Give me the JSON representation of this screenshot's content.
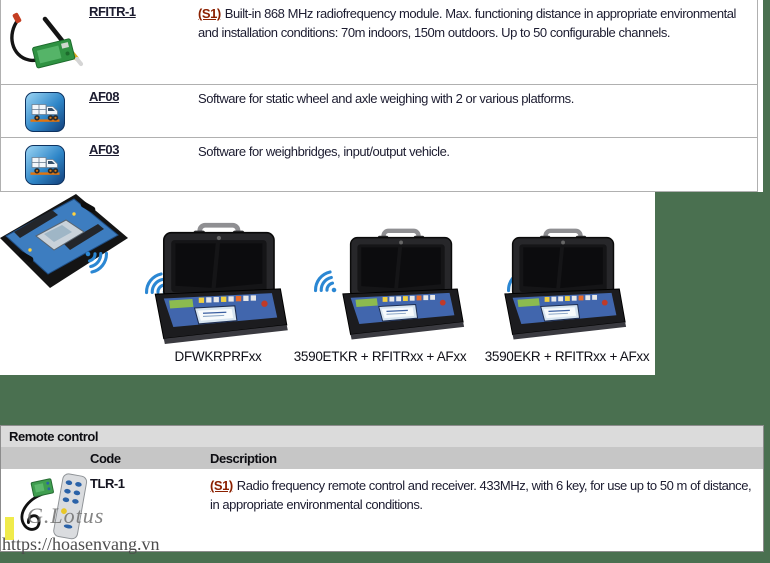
{
  "colors": {
    "page_background_green": "#4a7050",
    "section_header_light": "#dbdbdb",
    "section_header_dark": "#c6c6c6",
    "code_link": "#1c1c30",
    "s1_tag_red": "#8b2000",
    "wifi_blue": "#2b87d3",
    "app_icon_blue": "#2f86c8"
  },
  "top_table": {
    "rows": [
      {
        "icon": "rf-module-photo",
        "code": "RFITR-1",
        "tag": "(S1)",
        "description": "Built-in 868 MHz radiofrequency module. Max. functioning distance in appropriate environmental and installation conditions: 70m indoors, 150m outdoors. Up to 50 configurable channels."
      },
      {
        "icon": "truck-weighing-app-icon",
        "code": "AF08",
        "tag": "",
        "description": "Software for static wheel and axle weighing with 2 or various platforms."
      },
      {
        "icon": "truck-weighing-app-icon",
        "code": "AF03",
        "tag": "",
        "description": "Software for weighbridges, input/output vehicle."
      }
    ]
  },
  "product_banner": {
    "icons": [
      "wheel-weighing-pad-photo",
      "portable-case-indicator-photo",
      "wifi-signal-icon"
    ],
    "labels": [
      "DFWKRPRFxx",
      "3590ETKR + RFITRxx + AFxx",
      "3590EKR + RFITRxx + AFxx"
    ]
  },
  "remote_control_section": {
    "title": "Remote control",
    "columns": {
      "code": "Code",
      "description": "Description"
    },
    "row": {
      "icon": "remote-control-photo",
      "code": "TLR-1",
      "tag": "(S1)",
      "description": "Radio frequency remote control and receiver. 433MHz, with 6 key, for use up to 50 m of distance, in appropriate environmental conditions."
    }
  },
  "watermark": {
    "brand": "G.Lotus",
    "url": "https://hoasenvang.vn"
  }
}
